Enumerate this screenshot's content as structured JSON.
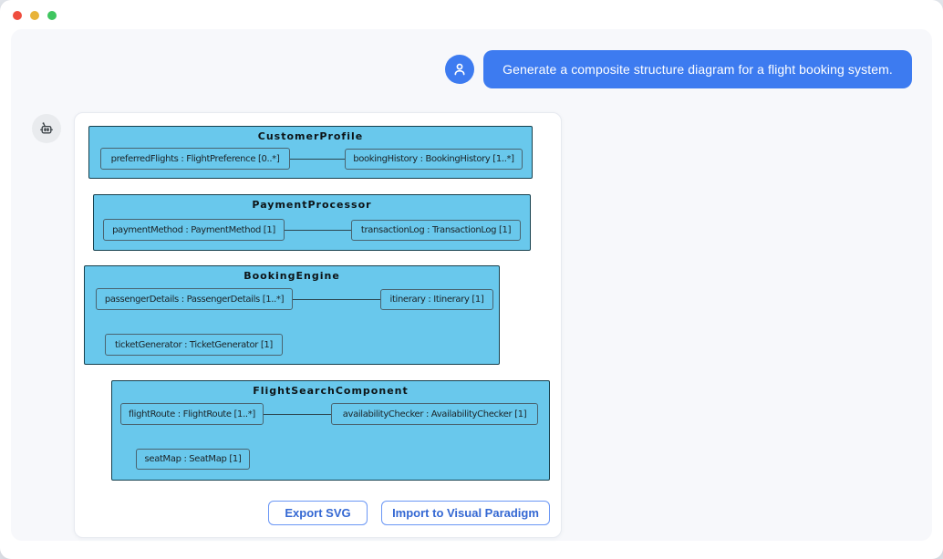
{
  "window": {
    "controls": [
      "close",
      "minimize",
      "zoom"
    ]
  },
  "chat": {
    "user_message": "Generate a composite structure diagram for a flight booking system."
  },
  "icons": {
    "user_avatar": "person-icon",
    "bot_avatar": "robot-icon"
  },
  "diagram": {
    "type": "uml-composite-structure",
    "components": [
      {
        "name": "CustomerProfile",
        "parts": [
          {
            "label": "preferredFlights : FlightPreference [0..*]"
          },
          {
            "label": "bookingHistory : BookingHistory [1..*]"
          }
        ]
      },
      {
        "name": "PaymentProcessor",
        "parts": [
          {
            "label": "paymentMethod : PaymentMethod [1]"
          },
          {
            "label": "transactionLog : TransactionLog [1]"
          }
        ]
      },
      {
        "name": "BookingEngine",
        "parts": [
          {
            "label": "passengerDetails : PassengerDetails [1..*]"
          },
          {
            "label": "itinerary : Itinerary [1]"
          },
          {
            "label": "ticketGenerator : TicketGenerator [1]"
          }
        ]
      },
      {
        "name": "FlightSearchComponent",
        "parts": [
          {
            "label": "flightRoute : FlightRoute [1..*]"
          },
          {
            "label": "availabilityChecker : AvailabilityChecker [1]"
          },
          {
            "label": "seatMap : SeatMap [1]"
          }
        ]
      }
    ]
  },
  "actions": {
    "export_svg": "Export SVG",
    "import_vp": "Import to Visual Paradigm"
  },
  "colors": {
    "bubble_blue": "#3d7bf0",
    "node_fill": "#69c8ec",
    "node_border": "#16404e",
    "part_border": "#4a6470",
    "button_text": "#3468d3",
    "button_border": "#6b97f5",
    "traffic_red": "#ef4d3e",
    "traffic_yellow": "#e8b339",
    "traffic_green": "#3fc55f"
  }
}
